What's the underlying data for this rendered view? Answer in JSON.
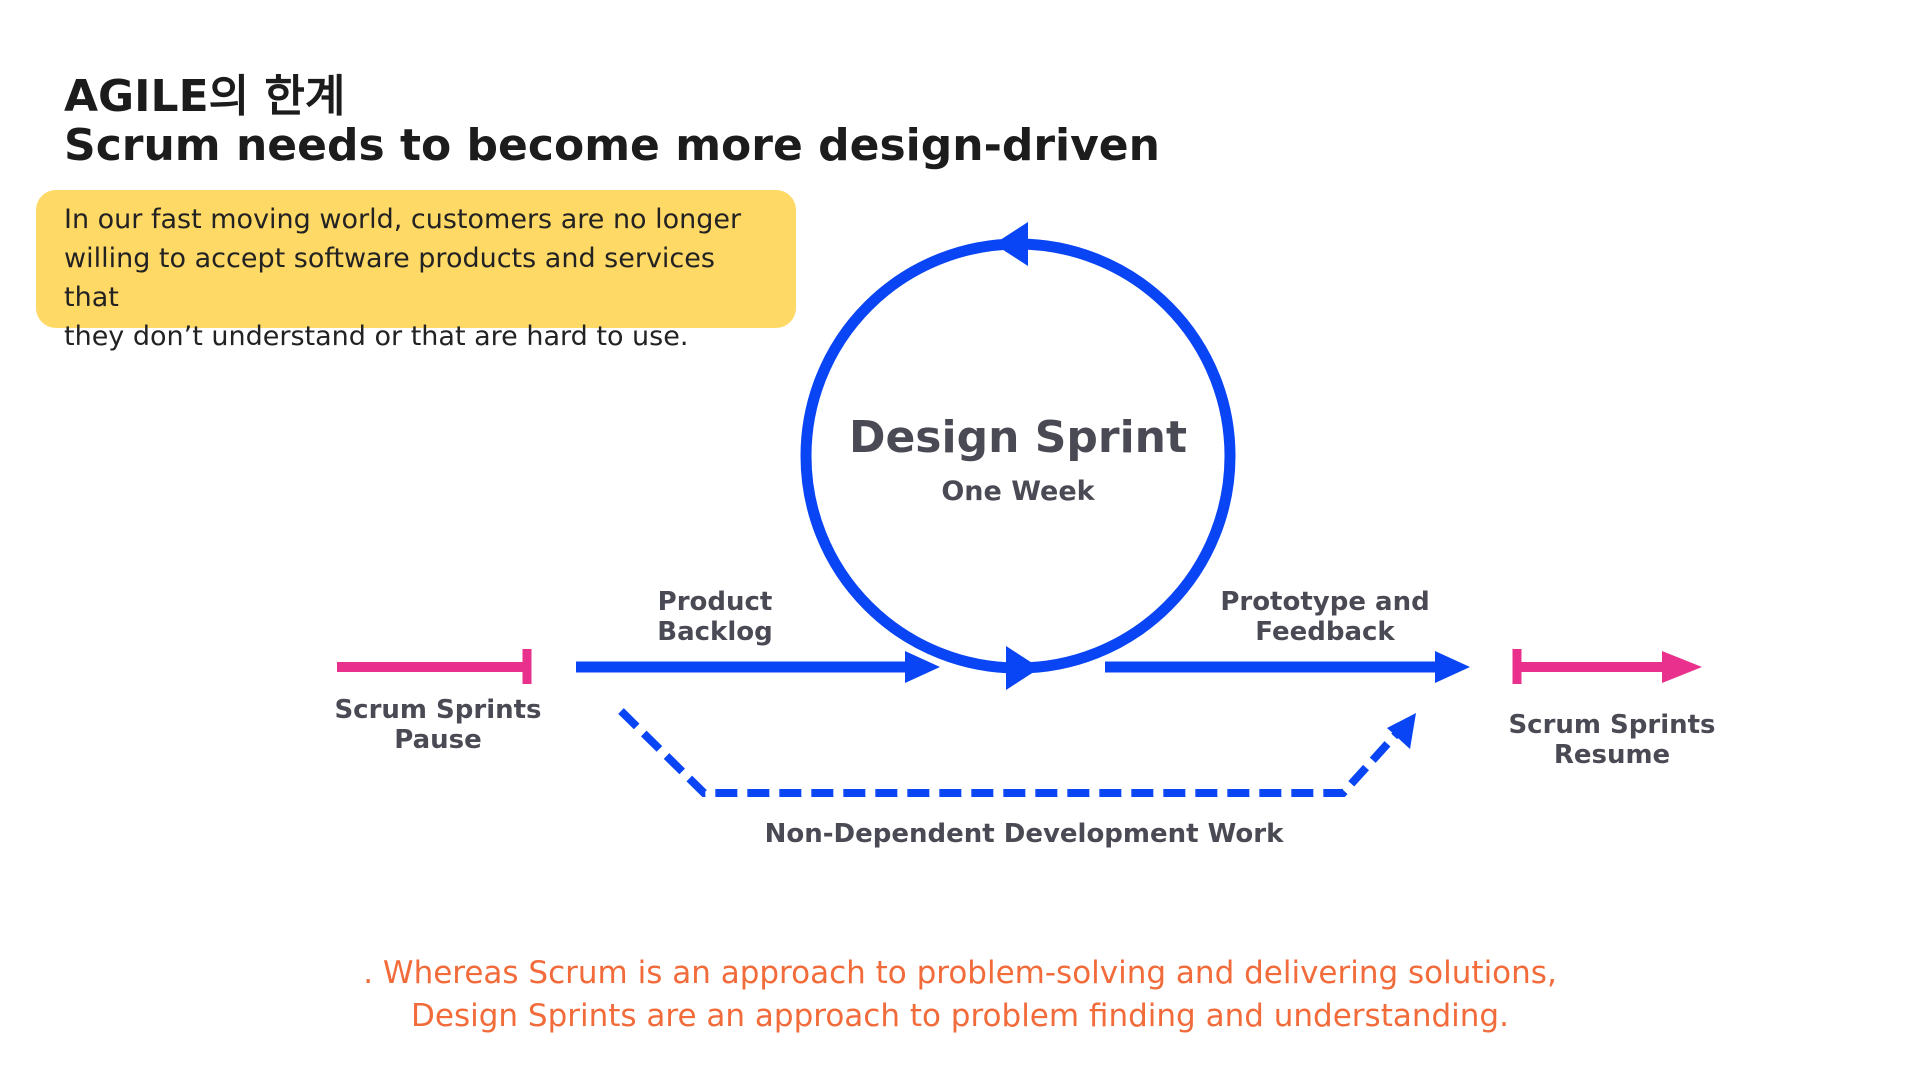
{
  "header": {
    "title_line1": "AGILE의 한계",
    "title_line2": "Scrum needs to become more design-driven"
  },
  "callout": {
    "text": "In our fast moving world, customers are no longer\nwilling to accept software products and services that\nthey don’t understand or that are hard to use."
  },
  "diagram": {
    "center_title": "Design Sprint",
    "center_subtitle": "One Week",
    "pause_label_line1": "Scrum Sprints",
    "pause_label_line2": "Pause",
    "backlog_label_line1": "Product",
    "backlog_label_line2": "Backlog",
    "prototype_label_line1": "Prototype and",
    "prototype_label_line2": "Feedback",
    "resume_label_line1": "Scrum Sprints",
    "resume_label_line2": "Resume",
    "non_dependent_label": "Non-Dependent Development Work"
  },
  "conclusion": {
    "line1": ". Whereas Scrum is an approach to problem-solving and delivering solutions,",
    "line2": "Design Sprints are an approach to problem finding and understanding."
  },
  "colors": {
    "blue": "#0A45F5",
    "pink": "#E8308C",
    "callout_bg": "#FFD966",
    "conclusion_text": "#F26B3A",
    "label_text": "#4a4a55"
  }
}
